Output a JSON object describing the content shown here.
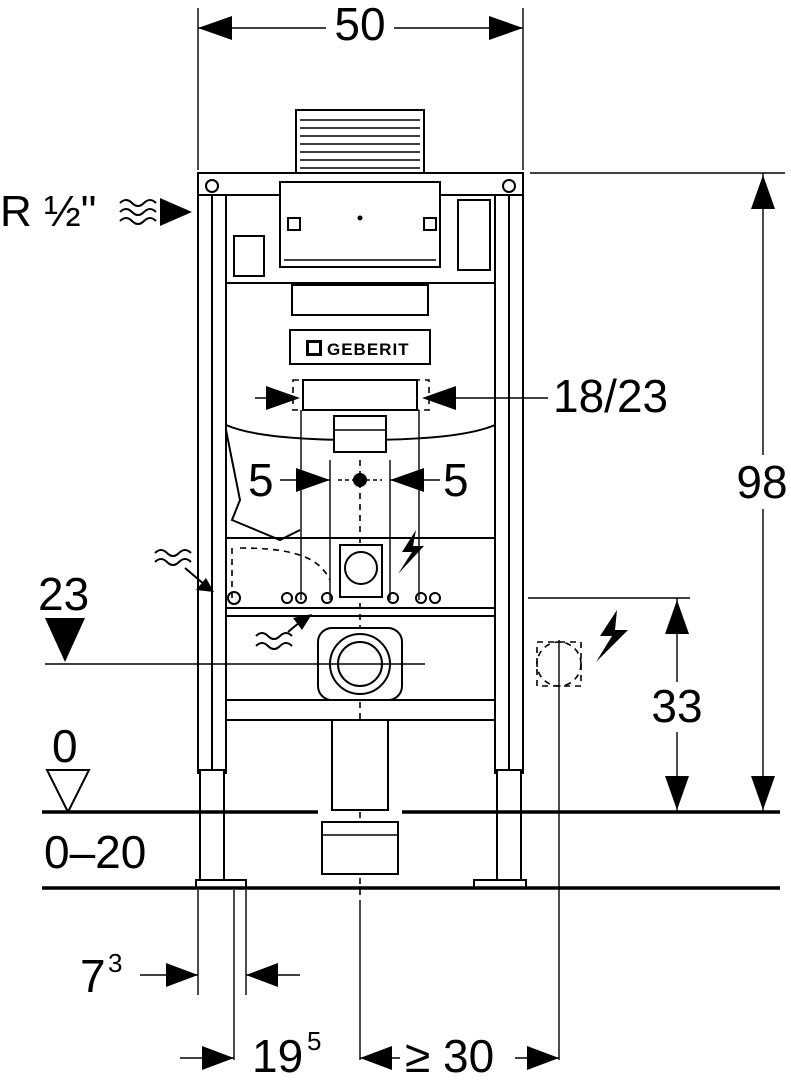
{
  "labels": {
    "width": "50",
    "height": "98",
    "supply": "R ½\"",
    "brand": "GEBERIT",
    "flush_width": "18/23",
    "offset_left": "5",
    "offset_right": "5",
    "drain_height": "23",
    "zero": "0",
    "floor_range": "0–20",
    "power_height": "33",
    "seven_base": "7",
    "seven_sup": "3",
    "nineteen_base": "19",
    "nineteen_sup": "5",
    "min_side": "≥ 30"
  },
  "icons": {
    "supply": "water-inlet-wave-arrow-icon",
    "electric": "lightning-icon",
    "level": "level-triangle-icon"
  }
}
